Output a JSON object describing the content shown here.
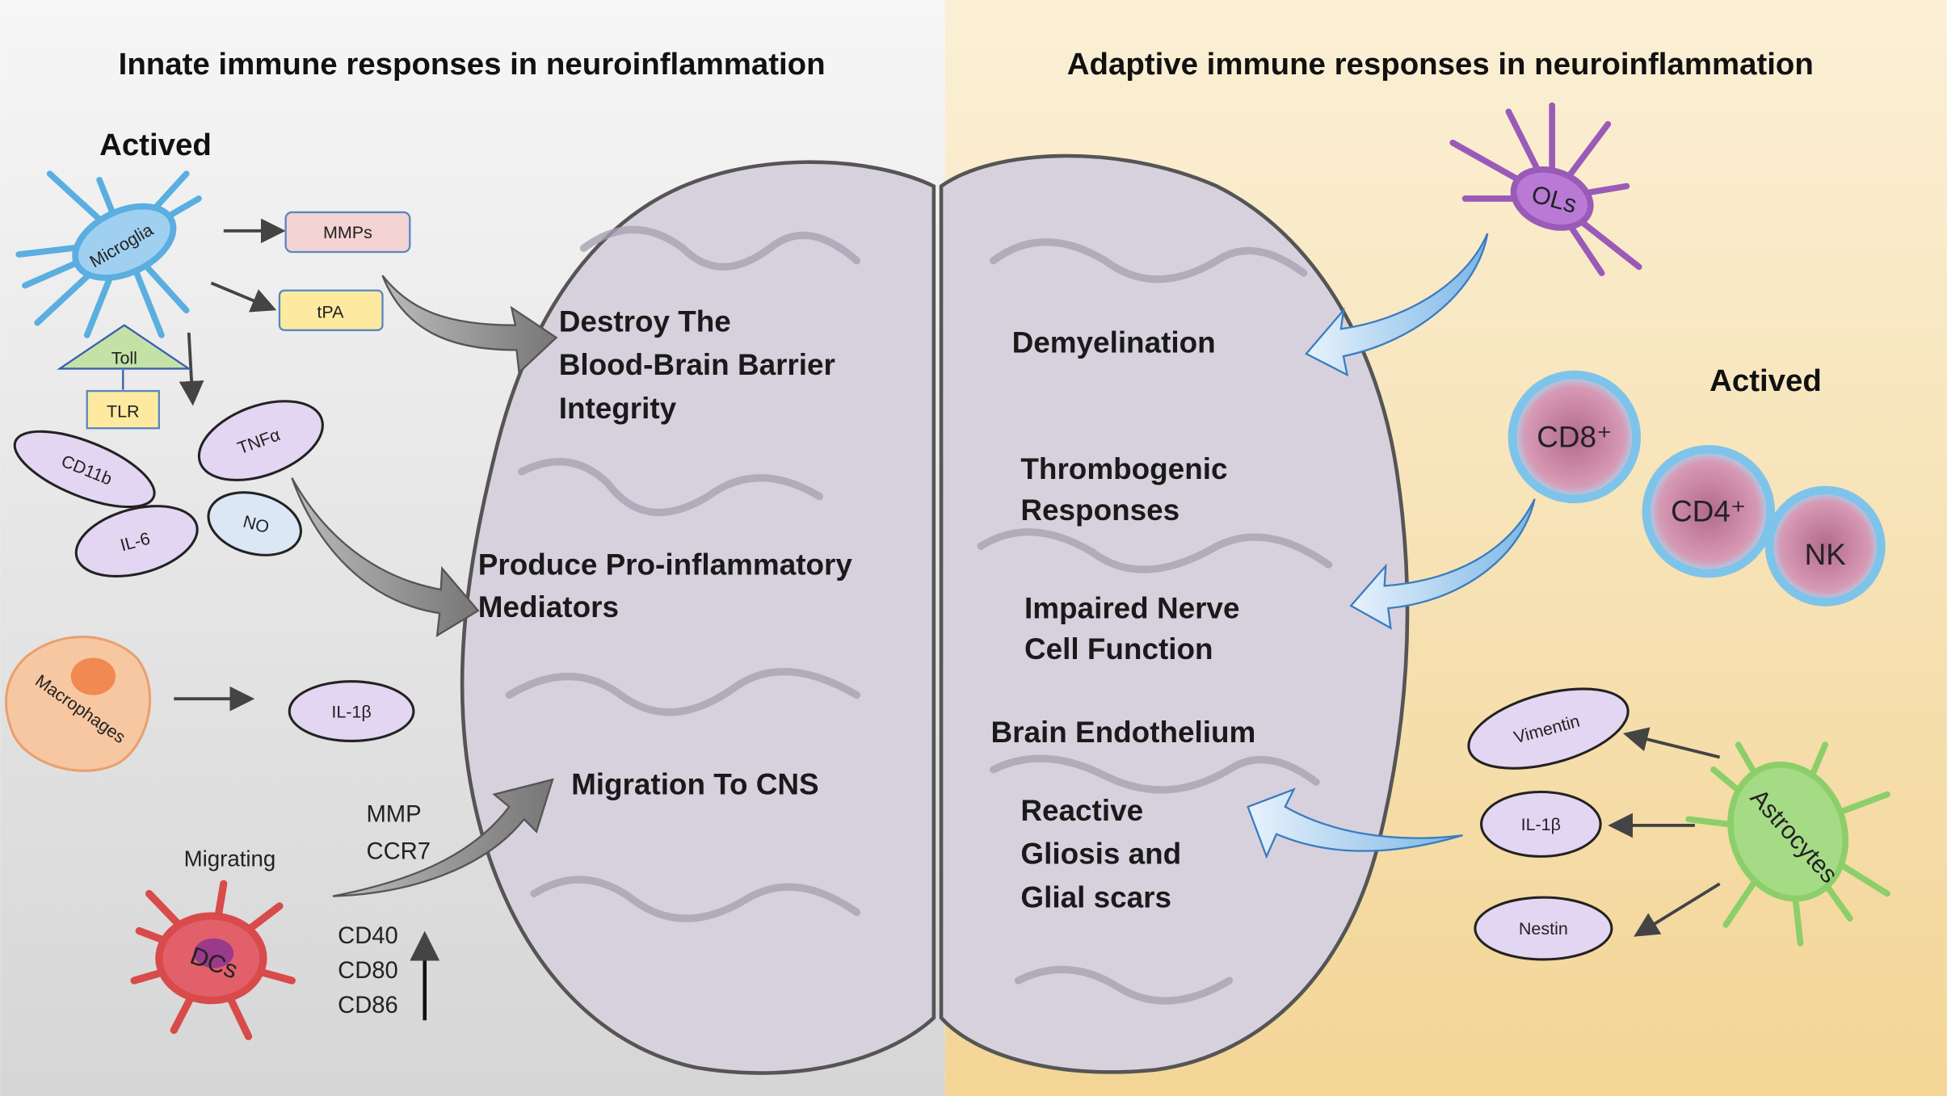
{
  "left_panel": {
    "title": "Innate immune responses in neuroinflammation",
    "actived": "Actived",
    "microglia": "Microglia",
    "mmps": "MMPs",
    "tpa": "tPA",
    "toll": "Toll",
    "tlr": "TLR",
    "cd11b": "CD11b",
    "tnfa": "TNFα",
    "il6": "IL-6",
    "no": "NO",
    "macrophages": "Macrophages",
    "il1b": "IL-1β",
    "migrating": "Migrating",
    "dcs": "DCs",
    "mmp": "MMP",
    "ccr7": "CCR7",
    "cd40": "CD40",
    "cd80": "CD80",
    "cd86": "CD86"
  },
  "brain_left": {
    "effect1": [
      "Destroy The",
      "Blood-Brain Barrier",
      "Integrity"
    ],
    "effect2": [
      "Produce Pro-inflammatory",
      "Mediators"
    ],
    "effect3": [
      "Migration To CNS"
    ]
  },
  "brain_right": {
    "effect1": [
      "Demyelination"
    ],
    "effect2": [
      "Thrombogenic",
      "Responses"
    ],
    "effect3": [
      "Impaired Nerve",
      "Cell Function"
    ],
    "effect4": [
      "Brain Endothelium"
    ],
    "effect5": [
      "Reactive",
      "Gliosis and",
      "Glial scars"
    ]
  },
  "right_panel": {
    "title": "Adaptive immune responses in neuroinflammation",
    "ols": "OLs",
    "actived": "Actived",
    "cd8": "CD8⁺",
    "cd4": "CD4⁺",
    "nk": "NK",
    "vimentin": "Vimentin",
    "il1b": "IL-1β",
    "nestin": "Nestin",
    "astrocytes": "Astrocytes"
  },
  "colors": {
    "left_bg": "#e6e6e6",
    "right_bg": "#f8e4b4",
    "brain": "#d7d1de",
    "ellipse": "#e3d6f2",
    "microglia": "#5aaee0",
    "astrocyte": "#8ccf6a",
    "ols": "#9a5bb8",
    "dcs": "#d94a4a"
  }
}
